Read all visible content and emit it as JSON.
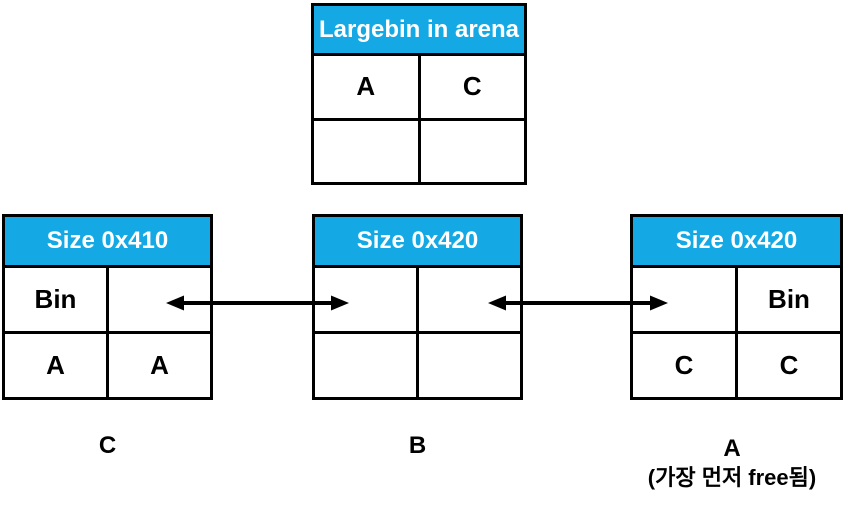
{
  "arena_table": {
    "title": "Largebin in arena",
    "rows": [
      [
        "A",
        "C"
      ],
      [
        "",
        ""
      ]
    ]
  },
  "chunk_tables": [
    {
      "title": "Size 0x410",
      "rows": [
        [
          "Bin",
          ""
        ],
        [
          "A",
          "A"
        ]
      ],
      "label": "C",
      "sublabel": ""
    },
    {
      "title": "Size 0x420",
      "rows": [
        [
          "",
          ""
        ],
        [
          "",
          ""
        ]
      ],
      "label": "B",
      "sublabel": ""
    },
    {
      "title": "Size 0x420",
      "rows": [
        [
          "",
          "Bin"
        ],
        [
          "C",
          "C"
        ]
      ],
      "label": "A",
      "sublabel": "(가장 먼저 free됨)"
    }
  ],
  "arrows": [
    {
      "name": "double-arrow-between-chunk-c-and-chunk-b",
      "style": "double-headed"
    },
    {
      "name": "double-arrow-between-chunk-b-and-chunk-a",
      "style": "double-headed"
    }
  ],
  "colors": {
    "canvas_bg": "#ffffff",
    "header_bg": "#14a9e5",
    "header_text": "#ffffff",
    "border": "#000000",
    "text": "#000000"
  }
}
